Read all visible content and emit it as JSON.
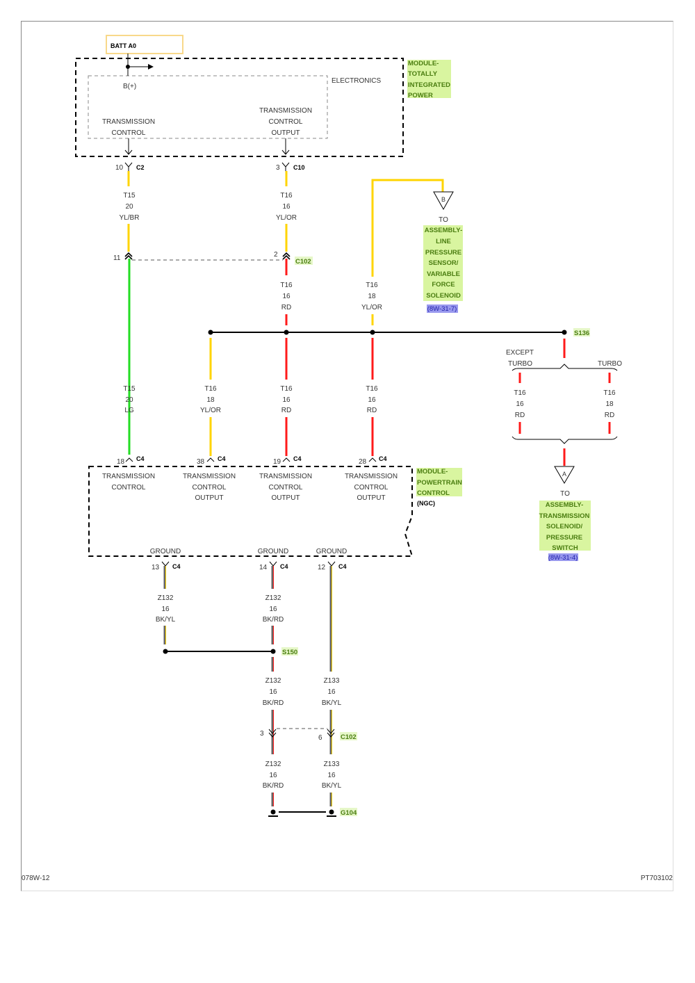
{
  "header": {
    "source_label": "BATT A0"
  },
  "footer": {
    "left_code": "078W-12",
    "right_code": "PT703102"
  },
  "modules": {
    "tipm": {
      "name_lines": [
        "MODULE-",
        "TOTALLY",
        "INTEGRATED",
        "POWER"
      ],
      "inner_label": "ELECTRONICS",
      "bplus": "B(+)",
      "pin_left": [
        "TRANSMISSION",
        "CONTROL"
      ],
      "pin_right": [
        "TRANSMISSION",
        "CONTROL",
        "OUTPUT"
      ]
    },
    "pcm": {
      "name_lines": [
        "MODULE-",
        "POWERTRAIN",
        "CONTROL"
      ],
      "variant": "(NGC)",
      "pins": [
        {
          "lines": [
            "TRANSMISSION",
            "CONTROL",
            ""
          ]
        },
        {
          "lines": [
            "TRANSMISSION",
            "CONTROL",
            "OUTPUT"
          ]
        },
        {
          "lines": [
            "TRANSMISSION",
            "CONTROL",
            "OUTPUT"
          ]
        },
        {
          "lines": [
            "TRANSMISSION",
            "CONTROL",
            "OUTPUT"
          ]
        }
      ],
      "grounds": [
        "GROUND",
        "GROUND",
        "GROUND"
      ]
    }
  },
  "connectors": {
    "c2": {
      "pin": "10",
      "name": "C2"
    },
    "c10": {
      "pin": "3",
      "name": "C10"
    },
    "c102_top": {
      "pin_left": "11",
      "pin_right": "2",
      "name": "C102"
    },
    "c4_top": [
      {
        "pin": "18",
        "name": "C4"
      },
      {
        "pin": "38",
        "name": "C4"
      },
      {
        "pin": "19",
        "name": "C4"
      },
      {
        "pin": "28",
        "name": "C4"
      }
    ],
    "c4_bottom": [
      {
        "pin": "13",
        "name": "C4"
      },
      {
        "pin": "14",
        "name": "C4"
      },
      {
        "pin": "12",
        "name": "C4"
      }
    ],
    "c102_bottom": {
      "pin_left": "3",
      "pin_right": "6",
      "name": "C102"
    }
  },
  "splices": {
    "s136": "S136",
    "s150": "S150",
    "g104": "G104"
  },
  "wires": {
    "w1": [
      "T15",
      "20",
      "YL/BR"
    ],
    "w2": [
      "T16",
      "16",
      "YL/OR"
    ],
    "w3": [
      "T16",
      "16",
      "RD"
    ],
    "w4": [
      "T16",
      "18",
      "YL/OR"
    ],
    "w5": [
      "T15",
      "20",
      "LG"
    ],
    "w6": [
      "T16",
      "18",
      "YL/OR"
    ],
    "w7": [
      "T16",
      "16",
      "RD"
    ],
    "w8": [
      "T16",
      "16",
      "RD"
    ],
    "w9": [
      "T16",
      "16",
      "RD"
    ],
    "w10": [
      "T16",
      "18",
      "RD"
    ],
    "g1": [
      "Z132",
      "16",
      "BK/YL"
    ],
    "g2": [
      "Z132",
      "16",
      "BK/RD"
    ],
    "g3": [
      "Z132",
      "16",
      "BK/RD"
    ],
    "g4": [
      "Z133",
      "16",
      "BK/YL"
    ],
    "g5": [
      "Z132",
      "16",
      "BK/RD"
    ],
    "g6": [
      "Z133",
      "16",
      "BK/YL"
    ]
  },
  "options": {
    "except_turbo": [
      "EXCEPT",
      "TURBO"
    ],
    "turbo": "TURBO"
  },
  "refs": {
    "b": {
      "letter": "B",
      "to": "TO",
      "lines": [
        "ASSEMBLY-",
        "LINE",
        "PRESSURE",
        "SENSOR/",
        "VARIABLE",
        "FORCE",
        "SOLENOID"
      ],
      "page": "(8W-31-7)"
    },
    "a": {
      "letter": "A",
      "to": "TO",
      "lines": [
        "ASSEMBLY-",
        "TRANSMISSION",
        "SOLENOID/",
        "PRESSURE",
        "SWITCH"
      ],
      "page": "(8W-31-4)"
    }
  },
  "colors": {
    "yellow": "#ffd400",
    "red": "#ff1a1a",
    "green": "#22dd22",
    "highlight": "#d9f5a0",
    "link_bg": "#9999ee"
  }
}
